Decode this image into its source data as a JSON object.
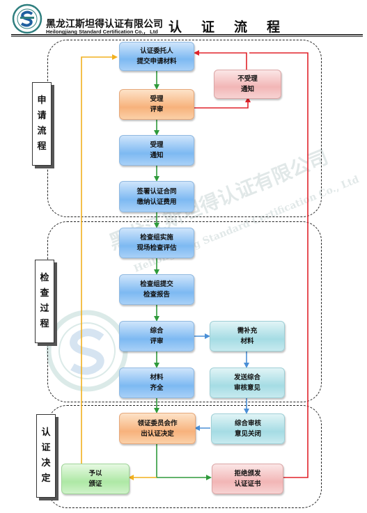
{
  "header": {
    "company_cn": "黑龙江斯坦得认证有限公司",
    "company_en": "Heilongjiang Standard Certification Co.， Ltd",
    "title": "认证流程"
  },
  "sections": [
    {
      "id": "apply",
      "label": [
        "申",
        "请",
        "流",
        "程"
      ]
    },
    {
      "id": "inspect",
      "label": [
        "检",
        "查",
        "过",
        "程"
      ]
    },
    {
      "id": "decide",
      "label": [
        "认",
        "证",
        "决",
        "定"
      ]
    }
  ],
  "boxes": {
    "entrust": "认证委托人\n提交申请材料",
    "review_accept": "受理\n评审",
    "reject_accept": "不受理\n通知",
    "accept_notice": "受理\n通知",
    "sign_contract": "签署认证合同\n缴纳认证费用",
    "inspect_team": "检查组实施\n现场检查评估",
    "submit_report": "检查组提交\n检查报告",
    "comprehensive_review": "综合\n评审",
    "need_supplement": "需补充\n材料",
    "materials_complete": "材料\n齐全",
    "send_review": "发送综合\n审核意见",
    "committee_decision": "领证委员会作\n出认证决定",
    "review_closed": "综合审核\n意见关闭",
    "grant_cert": "予以\n颁证",
    "refuse_cert": "拒绝颁发\n认证证书"
  },
  "watermark": {
    "text_cn": "黑龙江斯坦得认证有限公司",
    "text_en": "Heilongjiang Standard Certification Co., Ltd"
  },
  "colors": {
    "arrow_green": "#2e9a3a",
    "arrow_red": "#e0222a",
    "arrow_blue": "#4a8fd6",
    "arrow_yellow": "#f2b11f"
  }
}
